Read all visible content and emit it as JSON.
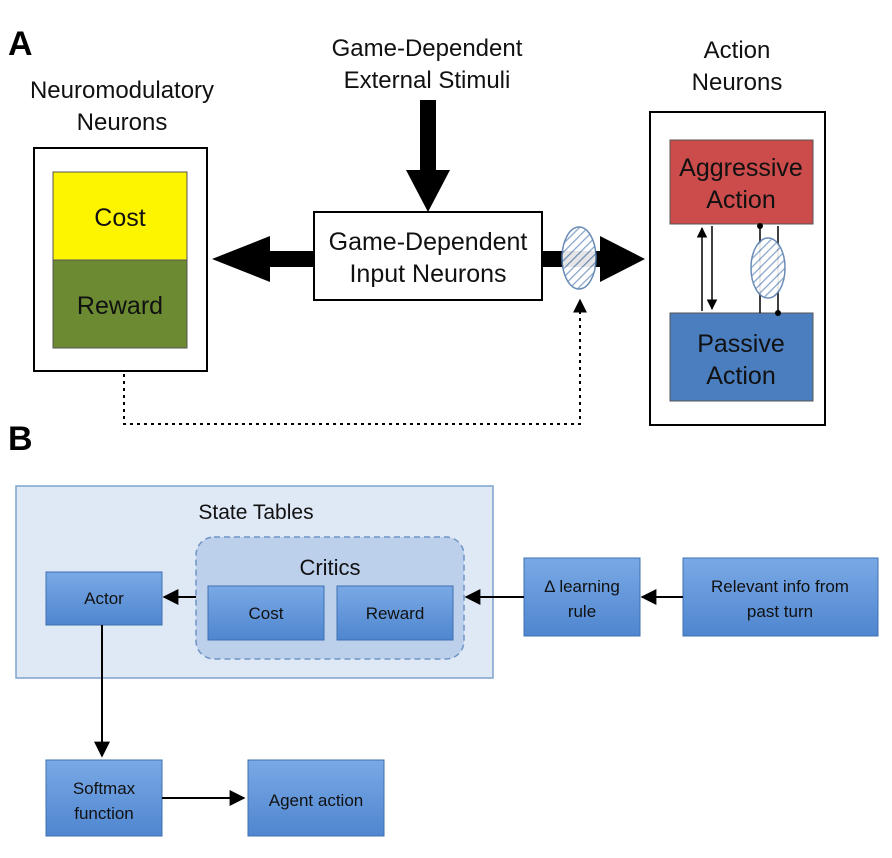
{
  "panel_a": {
    "letter": "A",
    "neuromodulatory": {
      "title_line1": "Neuromodulatory",
      "title_line2": "Neurons",
      "cost": "Cost",
      "reward": "Reward"
    },
    "stimuli": {
      "line1": "Game-Dependent",
      "line2": "External Stimuli"
    },
    "input": {
      "line1": "Game-Dependent",
      "line2": "Input Neurons"
    },
    "action": {
      "title_line1": "Action",
      "title_line2": "Neurons",
      "aggressive_line1": "Aggressive",
      "aggressive_line2": "Action",
      "passive_line1": "Passive",
      "passive_line2": "Action"
    }
  },
  "panel_b": {
    "letter": "B",
    "state_tables": "State Tables",
    "critics": "Critics",
    "cost": "Cost",
    "reward": "Reward",
    "actor": "Actor",
    "learning_rule_line1": "Δ learning",
    "learning_rule_line2": "rule",
    "relevant_line1": "Relevant info from",
    "relevant_line2": "past turn",
    "softmax_line1": "Softmax",
    "softmax_line2": "function",
    "agent_action": "Agent action"
  },
  "colors": {
    "cost_yellow": "#fdf400",
    "reward_green": "#6b8a32",
    "aggressive_red": "#cc4b4b",
    "passive_blue": "#4a7ebf",
    "b_box_blue": "#5b93d9",
    "state_tables_bg": "#dfe8f5"
  }
}
